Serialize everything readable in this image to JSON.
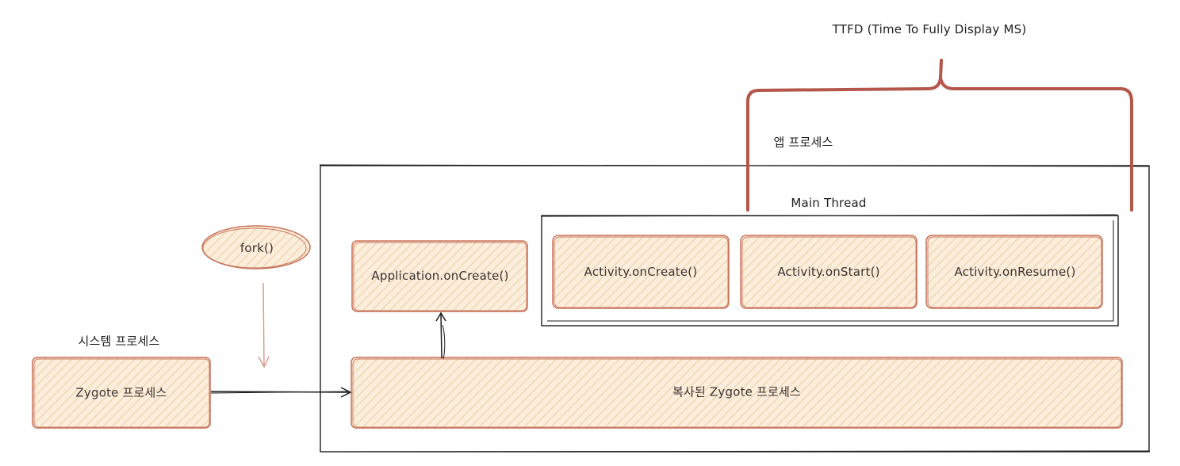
{
  "colors": {
    "stroke_box": "#c8745c",
    "fill_box": "#f8dfb9",
    "hatch": "#eec79a",
    "container": "#1e1e1e",
    "brace": "#b5564b",
    "arrow_gray": "#d9978b"
  },
  "labels": {
    "ttfd": "TTFD (Time To Fully Display MS)",
    "app_process": "앱 프로세스",
    "main_thread": "Main Thread",
    "system_process": "시스템 프로세스",
    "fork": "fork()",
    "zygote": "Zygote 프로세스",
    "copied_zygote": "복사된 Zygote 프로세스",
    "application_oncreate": "Application.onCreate()",
    "activity_oncreate": "Activity.onCreate()",
    "activity_onstart": "Activity.onStart()",
    "activity_onresume": "Activity.onResume()"
  }
}
